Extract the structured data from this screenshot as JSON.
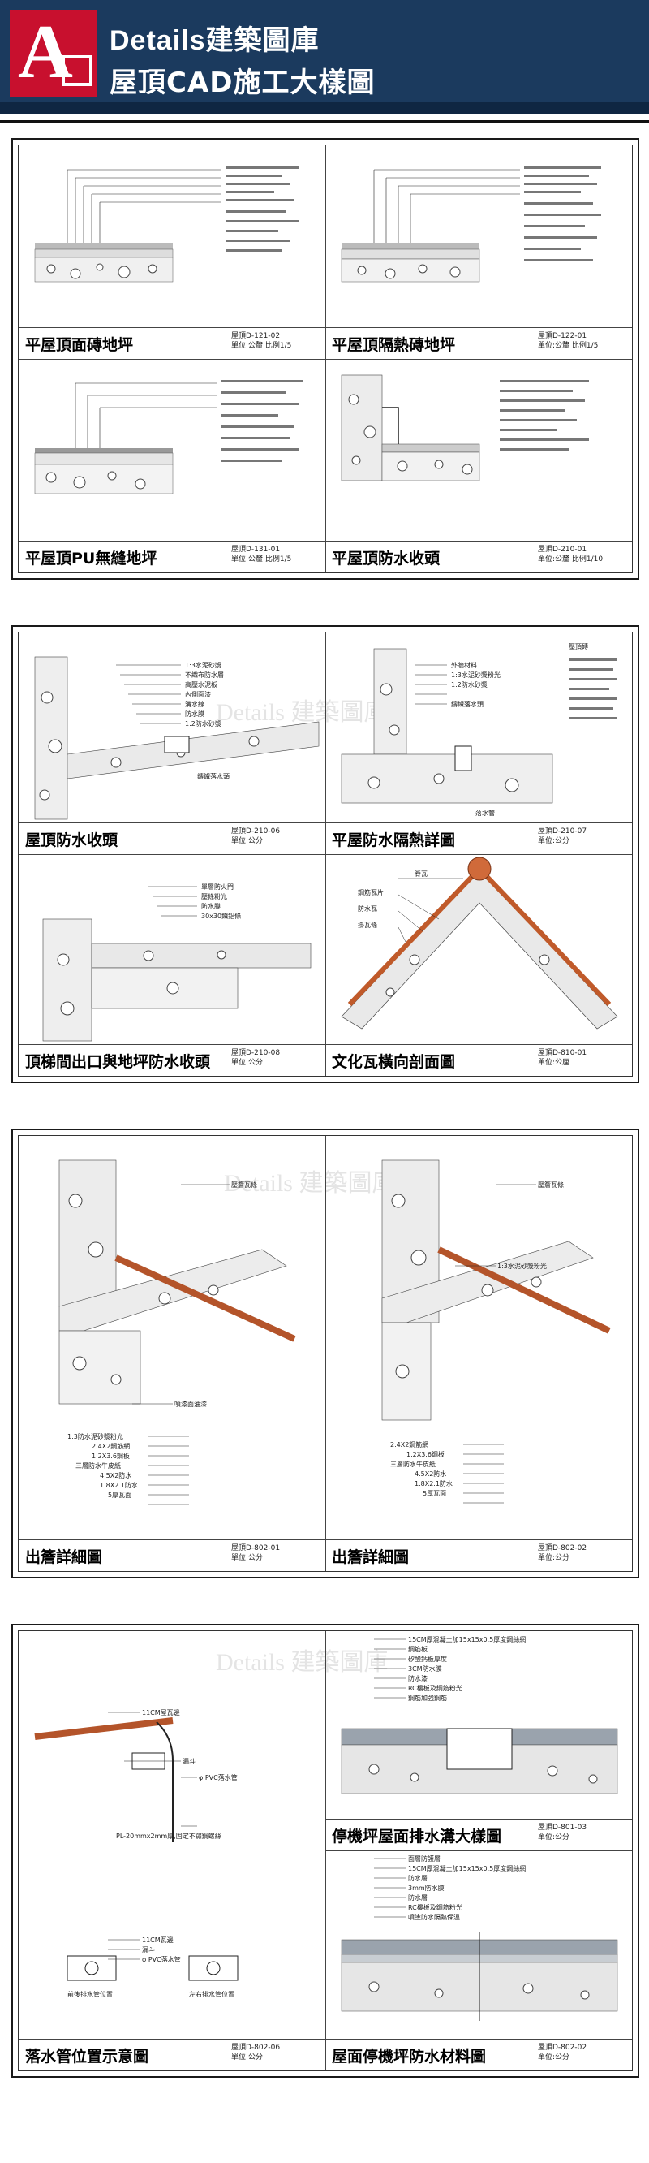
{
  "header": {
    "brand_latin": "Details",
    "brand_cn": "建築圖庫",
    "title": "屋頂CAD施工大樣圖",
    "logo_letter": "A"
  },
  "watermark": "Details 建築圖庫",
  "sheets": [
    {
      "panels": [
        {
          "title": "平屋頂面磚地坪",
          "code": "屋頂D-121-02",
          "meta": "單位:公釐 比例1/5"
        },
        {
          "title": "平屋頂隔熱磚地坪",
          "code": "屋頂D-122-01",
          "meta": "單位:公釐 比例1/5"
        },
        {
          "title": "平屋頂PU無縫地坪",
          "code": "屋頂D-131-01",
          "meta": "單位:公釐 比例1/5"
        },
        {
          "title": "平屋頂防水收頭",
          "code": "屋頂D-210-01",
          "meta": "單位:公釐 比例1/10"
        }
      ]
    },
    {
      "panels": [
        {
          "title": "屋頂防水收頭",
          "code": "屋頂D-210-06",
          "meta": "單位:公分"
        },
        {
          "title": "平屋防水隔熱詳圖",
          "code": "屋頂D-210-07",
          "meta": "單位:公分"
        },
        {
          "title": "頂梯間出口與地坪防水收頭",
          "code": "屋頂D-210-08",
          "meta": "單位:公分"
        },
        {
          "title": "文化瓦橫向剖面圖",
          "code": "屋頂D-810-01",
          "meta": "單位:公厘"
        }
      ],
      "labels": {
        "p1": [
          "1:3水泥砂漿",
          "不織布防水層",
          "高壓水泥板",
          "內側面漆",
          "溝水線",
          "防水膜",
          "1:2防水砂漿",
          "鑄鐵落水頭"
        ],
        "p2": [
          "壓頂磚",
          "外牆材料",
          "1:3水泥砂漿粉光",
          "1:2防水砂漿",
          "鑄鐵落水頭",
          "落水管"
        ],
        "p3": [
          "單層防火門",
          "壓條粉光",
          "防水膜",
          "30x30鐵鋁條"
        ],
        "p4": [
          "脊瓦",
          "鋼筋瓦片",
          "防水瓦",
          "掛瓦條"
        ]
      }
    },
    {
      "panels": [
        {
          "title": "出簷詳細圖",
          "code": "屋頂D-802-01",
          "meta": "單位:公分"
        },
        {
          "title": "出簷詳細圖",
          "code": "屋頂D-802-02",
          "meta": "單位:公分"
        }
      ],
      "labels": {
        "p1": [
          "壓簷瓦條",
          "噴漆面油漆",
          "1:3防水泥砂漿粉光",
          "2.4X2鋼筋網",
          "1.2X3.6鋼板",
          "三層防水牛皮紙",
          "4.5X2防水",
          "1.8X2.1防水",
          "5厚瓦面"
        ],
        "p2": [
          "壓簷瓦條",
          "1:3水泥砂漿粉光",
          "2.4X2鋼筋網",
          "1.2X3.6鋼板",
          "三層防水牛皮紙",
          "4.5X2防水",
          "1.8X2.1防水",
          "5厚瓦面"
        ]
      }
    },
    {
      "panels": [
        {
          "title": "落水管位置示意圖",
          "code": "屋頂D-802-06",
          "meta": "單位:公分"
        },
        {
          "title": "停機坪屋面排水溝大樣圖",
          "code": "屋頂D-801-03",
          "meta": "單位:公分"
        },
        {
          "title": "屋面停機坪防水材料圖",
          "code": "屋頂D-802-02",
          "meta": "單位:公分"
        }
      ],
      "labels": {
        "p1": [
          "11CM屋瓦邊",
          "漏斗",
          "φ PVC落水管",
          "PL-20mmx2mm厚,固定不鏽鋼螺絲",
          "11CM瓦邊",
          "漏斗",
          "φ PVC落水管",
          "前後排水管位置",
          "左右排水管位置"
        ],
        "p2": [
          "15CM厚混凝土加15x15x0.5厚度鋼絲網",
          "鋼筋板",
          "矽酸鈣板厚度",
          "3CM防水膜",
          "防水漆",
          "RC樓板及鋼筋粉光",
          "鋼筋加強鋼筋"
        ],
        "p3": [
          "面層防護層",
          "15CM厚混凝土加15x15x0.5厚度鋼絲網",
          "防水層",
          "3mm防水膜",
          "防水層",
          "RC樓板及鋼筋粉光",
          "噴塗防水隔熱保溫"
        ]
      }
    }
  ]
}
